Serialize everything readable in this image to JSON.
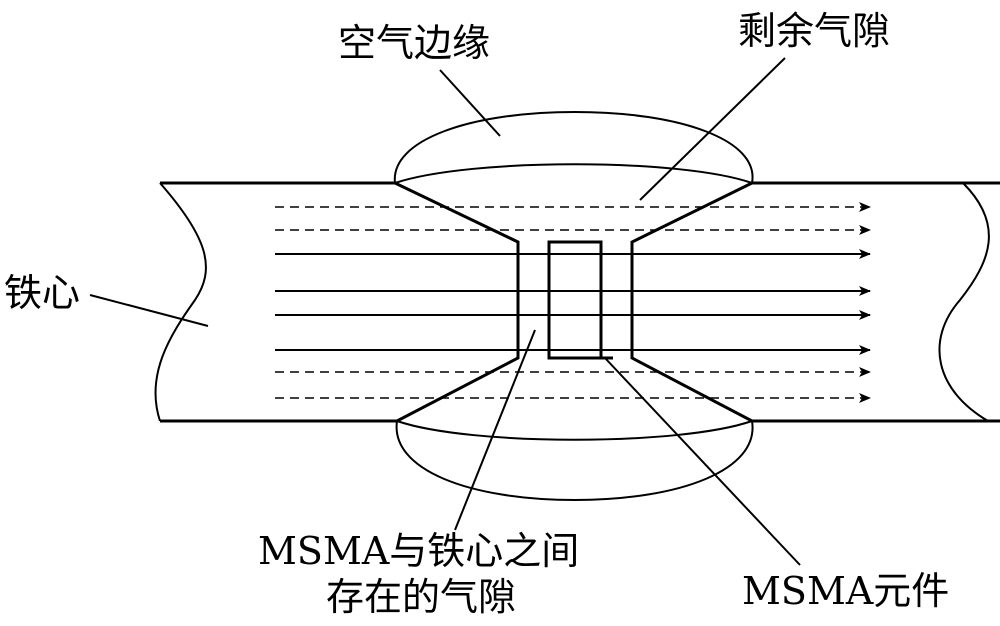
{
  "labels": {
    "air_fringe": "空气边缘",
    "residual_gap": "剩余气隙",
    "iron_core": "铁心",
    "msma_gap_line1": "MSMA与铁心之间",
    "msma_gap_line2": "存在的气隙",
    "msma_element": "MSMA元件"
  },
  "colors": {
    "stroke": "#000000",
    "background": "#ffffff"
  }
}
